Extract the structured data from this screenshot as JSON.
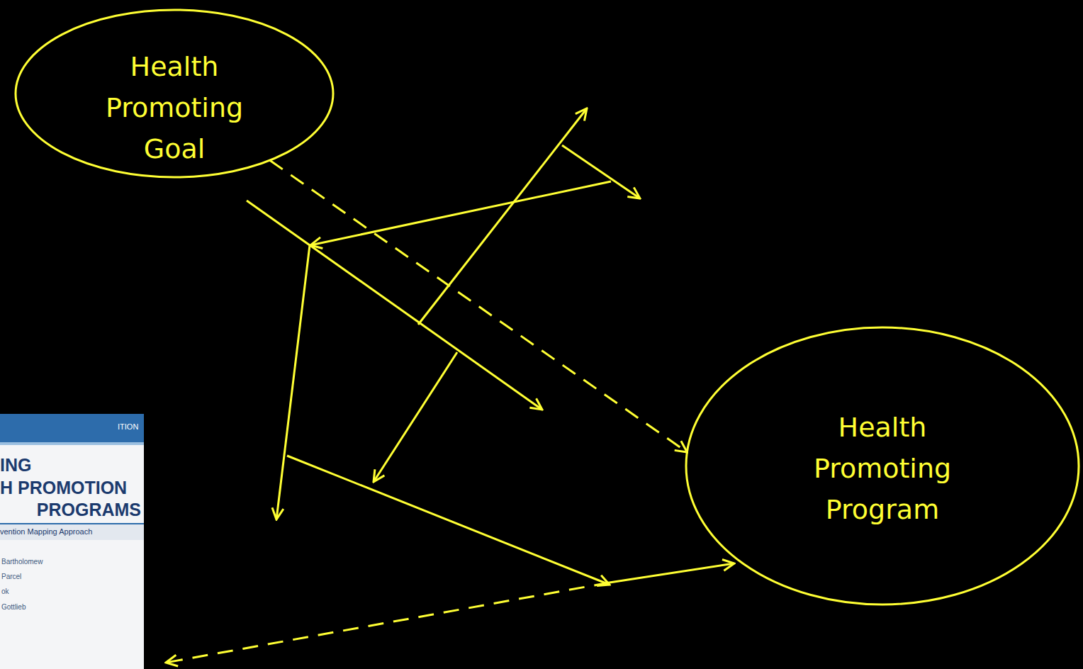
{
  "diagram": {
    "nodes": [
      {
        "text": [
          "Health Promoting Goal"
        ]
      },
      {
        "text": [
          "Health Promoting Program"
        ]
      }
    ],
    "edges": [
      {
        "from": 0,
        "to": 1,
        "arrow": "to"
      }
    ],
    "labels": [
      "ITION",
      "ING",
      "H PROMOTION",
      "PROGRAMS",
      "vention Mapping Approach",
      "Bartholomew",
      "Parcel",
      "ok",
      "Gottlieb"
    ]
  }
}
